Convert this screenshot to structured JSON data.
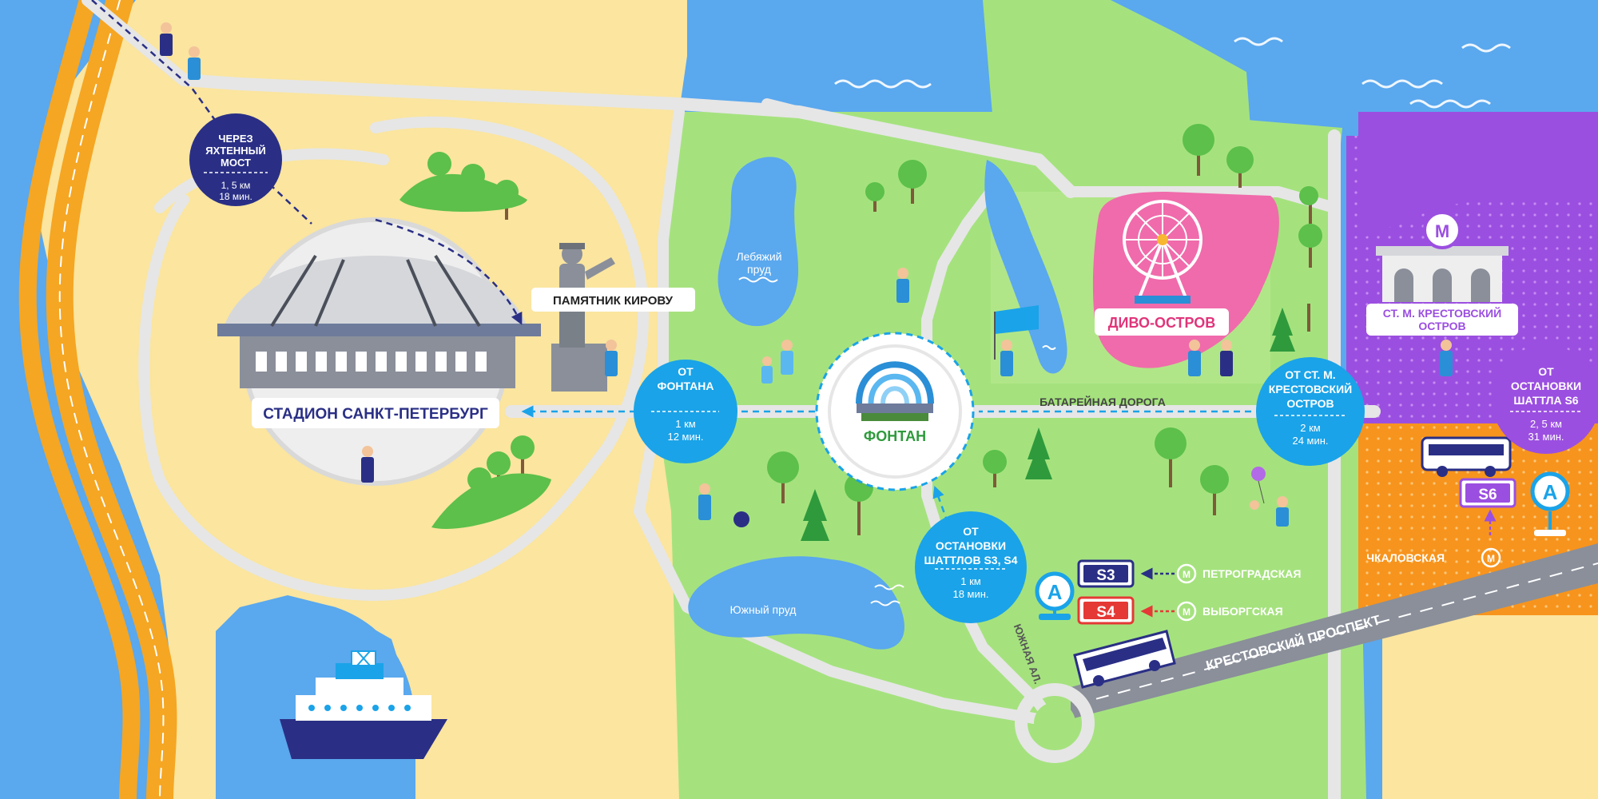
{
  "colors": {
    "water": "#5aa8ee",
    "sand": "#fbe59f",
    "park": "#a5e27e",
    "park_light": "#b9ea8f",
    "road": "#e6e6e6",
    "navy": "#2a2f85",
    "blue": "#1aa3e8",
    "purple": "#9b4fe0",
    "orange": "#f7941d",
    "pink": "#f06bab",
    "green_text": "#2e9a3c",
    "highway": "#f5a623"
  },
  "labels": {
    "stadium": "СТАДИОН САНКТ-ПЕТЕРБУРГ",
    "kirov": "ПАМЯТНИК КИРОВУ",
    "fountain": "ФОНТАН",
    "divo": "ДИВО-ОСТРОВ",
    "metro": [
      "СТ. М. КРЕСТОВСКИЙ",
      "ОСТРОВ"
    ],
    "lebyazhiy": [
      "Лебяжий",
      "пруд"
    ],
    "yuzhniy_prud": "Южный пруд",
    "batareynaya": "БАТАРЕЙНАЯ ДОРОГА",
    "krestovskiy": "КРЕСТОВСКИЙ ПРОСПЕКТ",
    "yuzhnaya_al": "ЮЖНАЯ АЛ.",
    "chkalovskaya": "ЧКАЛОВСКАЯ",
    "petrogradskaya": "ПЕТРОГРАДСКАЯ",
    "vyborgskaya": "ВЫБОРГСКАЯ"
  },
  "badges": {
    "s3": "S3",
    "s4": "S4",
    "s6": "S6",
    "bus_stop": "А",
    "metro_symbol": "М"
  },
  "routes": {
    "yacht_bridge": {
      "title": [
        "ЧЕРЕЗ",
        "ЯХТЕННЫЙ",
        "МОСТ"
      ],
      "distance": "1, 5 км",
      "time": "18 мин."
    },
    "from_fountain": {
      "title": [
        "ОТ",
        "ФОНТАНА"
      ],
      "distance": "1 км",
      "time": "12 мин."
    },
    "from_metro": {
      "title": [
        "ОТ СТ. М.",
        "КРЕСТОВСКИЙ",
        "ОСТРОВ"
      ],
      "distance": "2 км",
      "time": "24 мин."
    },
    "from_s6": {
      "title": [
        "ОТ",
        "ОСТАНОВКИ",
        "ШАТТЛА S6"
      ],
      "distance": "2, 5 км",
      "time": "31 мин."
    },
    "from_s3s4": {
      "title": [
        "ОТ",
        "ОСТАНОВКИ",
        "ШАТТЛОВ S3, S4"
      ],
      "distance": "1 км",
      "time": "18 мин."
    }
  }
}
